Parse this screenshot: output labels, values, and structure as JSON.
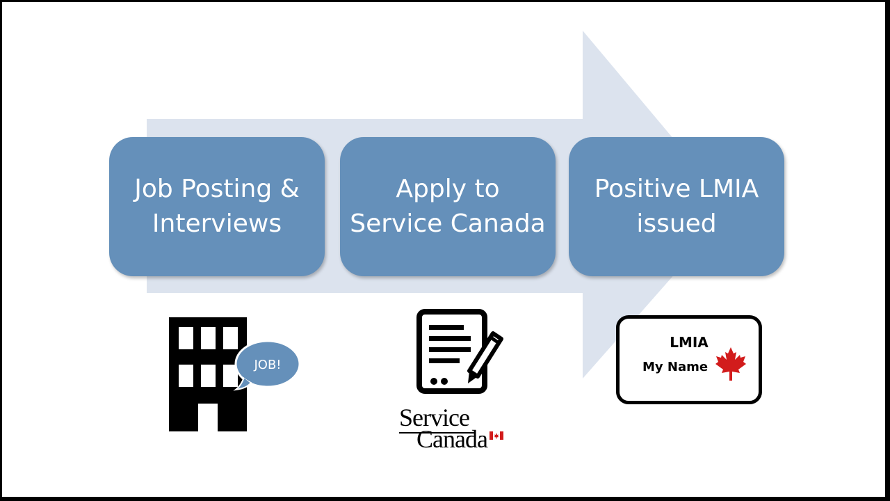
{
  "colors": {
    "background": "#ffffff",
    "arrow": "#dce3ee",
    "step_fill": "#6590ba",
    "step_text": "#ffffff",
    "icon_dark": "#000000",
    "bubble_fill": "#6590ba",
    "maple_leaf": "#d21c1c"
  },
  "steps": [
    {
      "label": "Job Posting & Interviews"
    },
    {
      "label": "Apply to Service Canada"
    },
    {
      "label": "Positive LMIA issued"
    }
  ],
  "icons": {
    "building": {
      "name": "office-building-icon",
      "bubble_text": "JOB!"
    },
    "document": {
      "name": "signed-document-icon"
    },
    "card": {
      "name": "lmia-card-icon",
      "title": "LMIA",
      "name_line": "My Name",
      "emblem": "maple-leaf-icon"
    }
  },
  "logo": {
    "line1": "Service",
    "line2": "Canada"
  }
}
